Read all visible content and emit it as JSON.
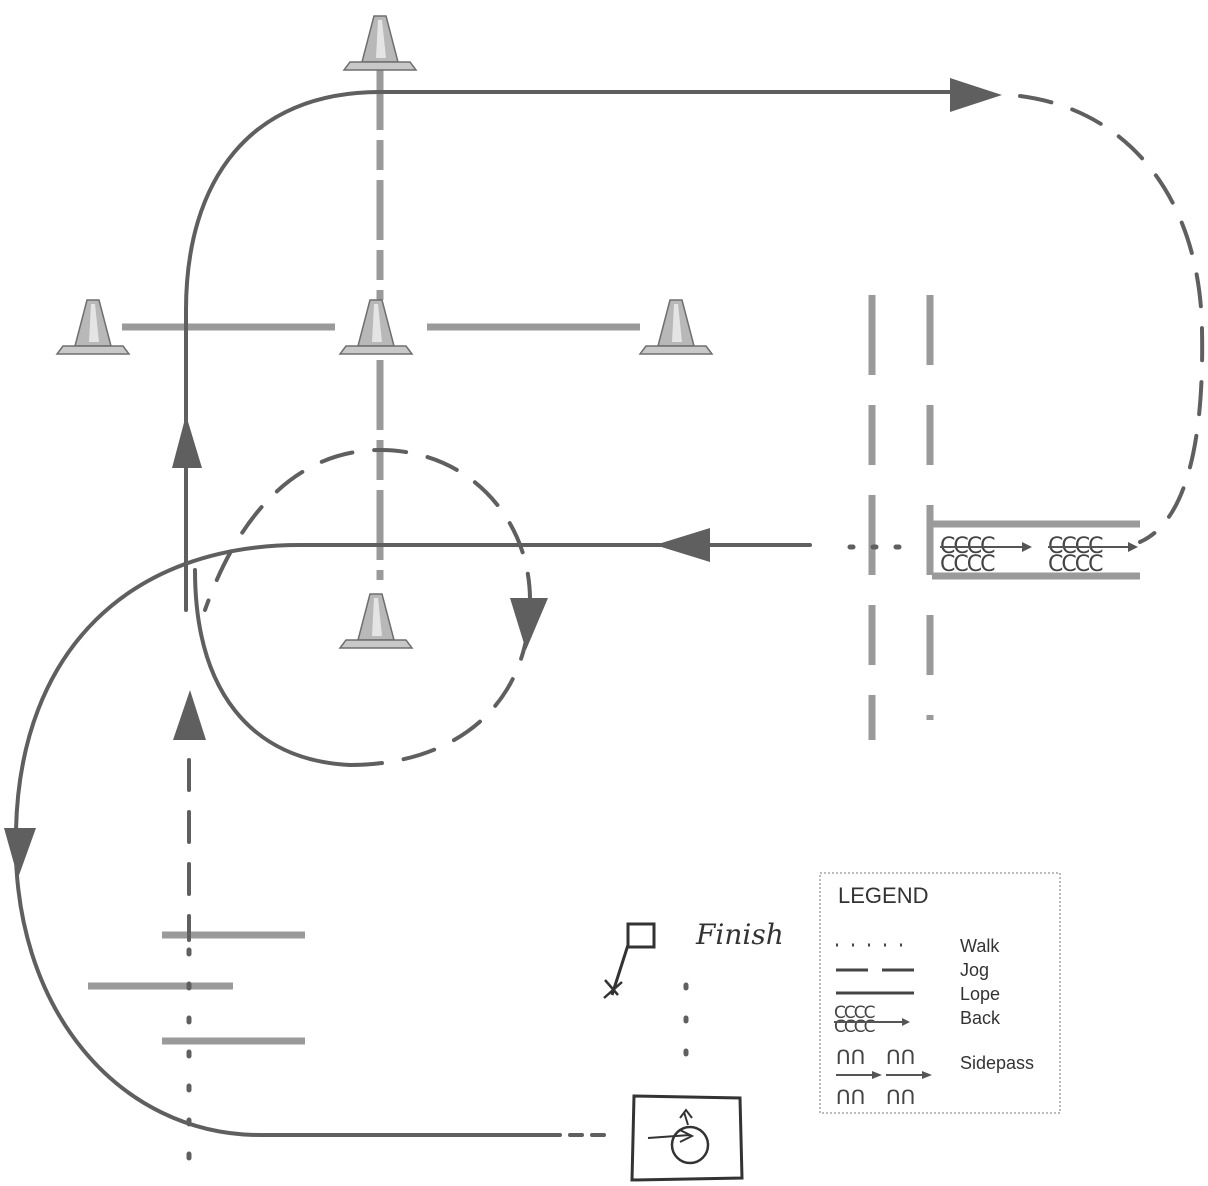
{
  "finish_label": "Finish",
  "legend": {
    "title": "LEGEND",
    "items": [
      {
        "key": "walk",
        "label": "Walk"
      },
      {
        "key": "jog",
        "label": "Jog"
      },
      {
        "key": "lope",
        "label": "Lope"
      },
      {
        "key": "back",
        "label": "Back"
      },
      {
        "key": "sidepass",
        "label": "Sidepass"
      }
    ]
  },
  "back_symbol": "CCCC",
  "sidepass_symbol": "ᑎᑎ",
  "colors": {
    "path": "#5f5f5f",
    "pole": "#9a9a9a",
    "cone": "#b0b0b0",
    "legend_border": "#bbbbbb",
    "text": "#333333"
  }
}
